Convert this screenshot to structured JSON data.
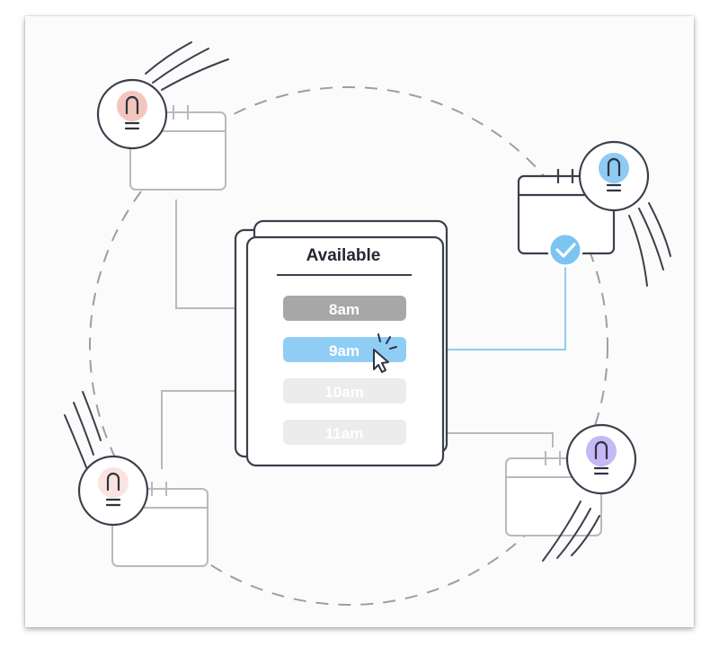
{
  "panel": {
    "title": "Available"
  },
  "slots": [
    {
      "label": "8am",
      "state": "taken"
    },
    {
      "label": "9am",
      "state": "selected"
    },
    {
      "label": "10am",
      "state": "open"
    },
    {
      "label": "11am",
      "state": "open"
    }
  ],
  "avatars": [
    {
      "position": "top-left",
      "color": "#f3c6bd"
    },
    {
      "position": "top-right",
      "color": "#8fcaf2"
    },
    {
      "position": "bottom-left",
      "color": "#fbe3df"
    },
    {
      "position": "bottom-right",
      "color": "#c5b8f5"
    }
  ],
  "colors": {
    "accent": "#8fcdf5",
    "check": "#7cc4f2",
    "taken": "#a7a7a7",
    "open": "#ececec",
    "line": "#b9b9b9",
    "ink": "#2d3340"
  },
  "icons": [
    "person-icon",
    "calendar-icon",
    "check-icon",
    "cursor-icon"
  ]
}
